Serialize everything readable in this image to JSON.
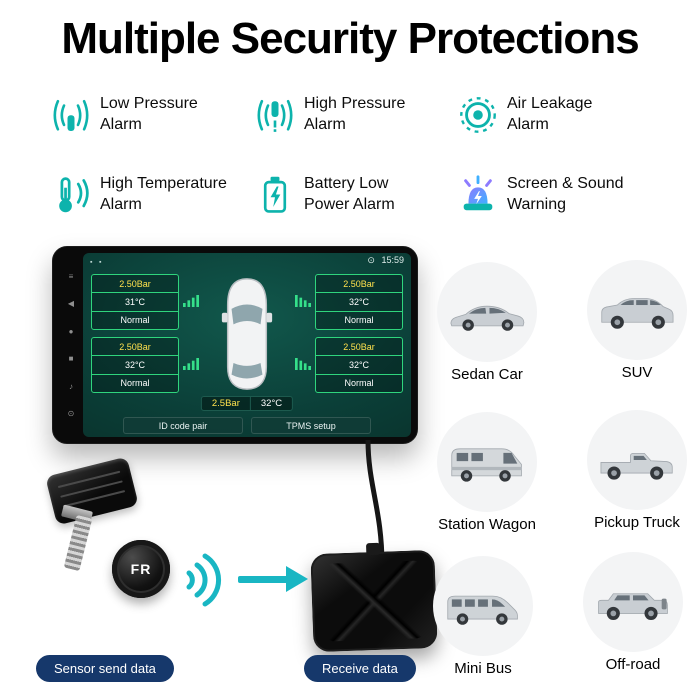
{
  "title": "Multiple Security Protections",
  "colors": {
    "accent": "#0db3ac",
    "arrow": "#19b6c3",
    "badge": "#16386b",
    "tile_green": "#2fd57d",
    "value_yellow": "#ffe14d",
    "screen_green": "#0b3f38"
  },
  "features": [
    {
      "icon": "low-pressure-alarm-icon",
      "line1": "Low Pressure",
      "line2": "Alarm"
    },
    {
      "icon": "high-pressure-alarm-icon",
      "line1": "High Pressure",
      "line2": "Alarm"
    },
    {
      "icon": "air-leakage-alarm-icon",
      "line1": "Air Leakage",
      "line2": "Alarm"
    },
    {
      "icon": "high-temperature-alarm-icon",
      "line1": "High Temperature",
      "line2": "Alarm"
    },
    {
      "icon": "battery-low-alarm-icon",
      "line1": "Battery Low",
      "line2": "Power Alarm"
    },
    {
      "icon": "siren-warning-icon",
      "line1": "Screen & Sound",
      "line2": "Warning"
    }
  ],
  "headunit": {
    "time": "15:59",
    "status_pin": "⊙",
    "status_left": [
      "▪",
      "▪"
    ],
    "side_icons": [
      "≡",
      "◀",
      "●",
      "■",
      "♪",
      "⊙"
    ],
    "tiles": [
      {
        "pressure": "2.50Bar",
        "temp": "31°C",
        "status": "Normal"
      },
      {
        "pressure": "2.50Bar",
        "temp": "32°C",
        "status": "Normal"
      },
      {
        "pressure": "2.50Bar",
        "temp": "32°C",
        "status": "Normal"
      },
      {
        "pressure": "2.50Bar",
        "temp": "32°C",
        "status": "Normal"
      }
    ],
    "readout_pressure": "2.5Bar",
    "readout_temp": "32°C",
    "buttons": [
      {
        "label": "ID code pair"
      },
      {
        "label": "TPMS setup"
      }
    ]
  },
  "sensor": {
    "cap_label": "FR"
  },
  "badges": {
    "send": "Sensor send data",
    "receive": "Receive data"
  },
  "vehicles": [
    {
      "label": "Sedan Car"
    },
    {
      "label": "SUV"
    },
    {
      "label": "Station Wagon"
    },
    {
      "label": "Pickup Truck"
    },
    {
      "label": "Mini Bus"
    },
    {
      "label": "Off-road"
    }
  ]
}
